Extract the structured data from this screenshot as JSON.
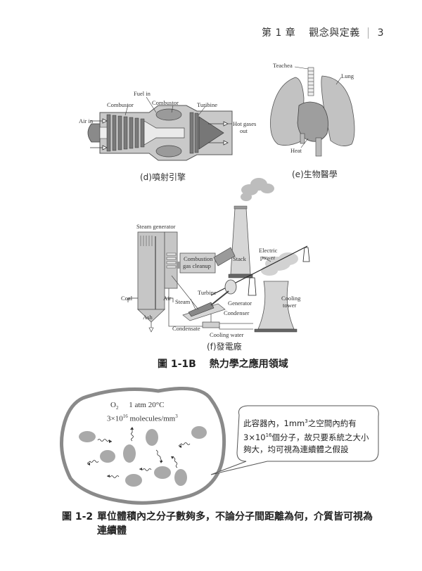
{
  "header": {
    "chapter": "第 1 章",
    "chapter_title": "觀念與定義",
    "page_number": "3"
  },
  "figure_1_1B": {
    "jet_engine": {
      "labels": {
        "fuel_in": "Fuel in",
        "combustor_left": "Combustor",
        "combustor_right": "Combustor",
        "turbine": "Turibine",
        "air_in": "Air in",
        "hot_gases_1": "Hot gases",
        "hot_gases_2": "out"
      },
      "subcaption": "(d)噴射引擎"
    },
    "biomedical": {
      "labels": {
        "trachea": "Teachea",
        "lung": "Lung",
        "heart": "Heat"
      },
      "subcaption": "(e)生物醫學"
    },
    "power_plant": {
      "labels": {
        "steam_generator": "Steam generator",
        "combustion_1": "Combustion",
        "combustion_2": "gas cleanup",
        "stack": "Stack",
        "electric_1": "Electric",
        "electric_2": "power",
        "coal": "Coal",
        "air": "Air",
        "steam": "Steam",
        "turbine": "Turbine",
        "generator": "Generator",
        "condenser": "Condenser",
        "cooling_1": "Cooling",
        "cooling_2": "tower",
        "ash": "Ash",
        "condensate": "Condensate",
        "cooling_water": "Cooling water"
      },
      "subcaption": "(f)發電廠"
    },
    "caption_label": "圖 1-1B",
    "caption_text": "熱力學之應用領域"
  },
  "figure_1_2": {
    "container": {
      "gas": "O",
      "gas_sub": "2",
      "conditions": "1 atm 20°C",
      "density_pre": "3×10",
      "density_exp": "16",
      "density_post": " molecules/mm",
      "density_unit_exp": "3"
    },
    "bubble": {
      "line1_a": "此容器內，1mm",
      "line1_exp": "3",
      "line1_b": "之空間內約有",
      "line2_a": "3×10",
      "line2_exp": "16",
      "line2_b": "個分子，故只要系統之大小",
      "line3": "夠大，均可視為連續體之假設"
    },
    "caption_label": "圖 1-2",
    "caption_line1": "單位體積內之分子數夠多，不論分子間距離為何，介質皆可視為",
    "caption_line2": "連續體"
  },
  "colors": {
    "ink": "#2a2a2a",
    "gray_fill": "#a8a8a8",
    "light_fill": "#d8d8d8",
    "dark_fill": "#6e6e6e"
  }
}
